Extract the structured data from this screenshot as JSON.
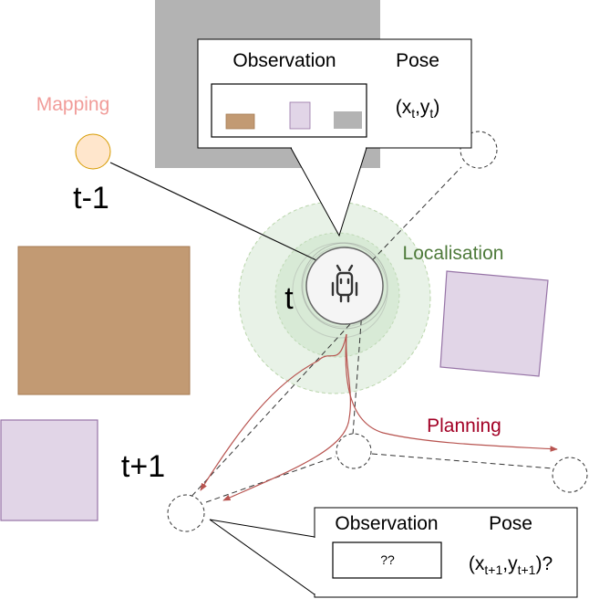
{
  "labels": {
    "mapping": "Mapping",
    "localisation": "Localisation",
    "planning": "Planning",
    "t_prev": "t-1",
    "t_now": "t",
    "t_next": "t+1"
  },
  "callout_top": {
    "observation_header": "Observation",
    "pose_header": "Pose",
    "pose_value": {
      "x": "x",
      "x_sub": "t",
      "sep": ",",
      "y": "y",
      "y_sub": "t"
    }
  },
  "callout_bottom": {
    "observation_header": "Observation",
    "pose_header": "Pose",
    "observation_value": "??",
    "pose_value": {
      "x": "x",
      "x_sub": "t+1",
      "sep": ",",
      "y": "y",
      "y_sub": "t+1",
      "suffix": "?"
    }
  },
  "colors": {
    "brown": "#c29a73",
    "purple": "#e1d5e7",
    "purple_stroke": "#9673a6",
    "gray": "#b3b3b3",
    "mapping_text": "#f19c99",
    "localisation_text": "#4e7a3a",
    "planning_text": "#a20025",
    "planning_arrow": "#b85450",
    "localisation_halo": "#d5e8d4",
    "prev_node_fill": "#ffe6cc",
    "prev_node_stroke": "#d79b00"
  },
  "icons": {
    "robot": "robot-icon"
  }
}
